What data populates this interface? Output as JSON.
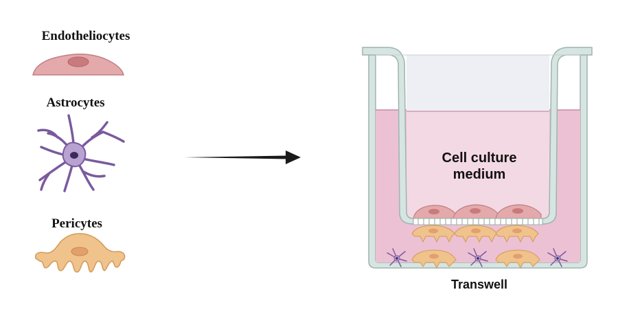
{
  "labels": {
    "endotheliocytes": "Endotheliocytes",
    "astrocytes": "Astrocytes",
    "pericytes": "Pericytes",
    "medium_line1": "Cell culture",
    "medium_line2": "medium",
    "transwell": "Transwell"
  },
  "colors": {
    "endothelial_fill": "#e3a9ab",
    "endothelial_nucleus": "#c97a7d",
    "astrocyte_fill": "#b8a2d1",
    "astrocyte_stroke": "#7a5a9e",
    "astrocyte_nucleus": "#3b2a5e",
    "pericyte_fill": "#f0c28c",
    "pericyte_stroke": "#d29a56",
    "pericyte_nucleus": "#e2a06e",
    "well_wall": "#d6e5e1",
    "well_wall_stroke": "#9fb3ae",
    "medium_outer": "#ecc1d4",
    "medium_inner": "#f3d9e3",
    "insert_air": "#eeeef5",
    "arrow": "#1a1a1a"
  },
  "icons": [
    "endothelial-cell-icon",
    "astrocyte-icon",
    "pericyte-icon",
    "arrow-right-icon",
    "transwell-icon"
  ]
}
